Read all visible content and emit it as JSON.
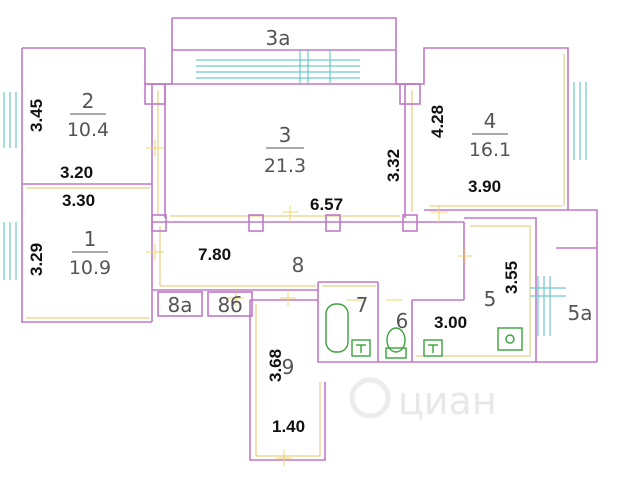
{
  "rooms": {
    "r2": {
      "num": "2",
      "area": "10.4"
    },
    "r3": {
      "num": "3",
      "area": "21.3"
    },
    "r4": {
      "num": "4",
      "area": "16.1"
    },
    "r1": {
      "num": "1",
      "area": "10.9"
    },
    "r8": {
      "label": "8"
    },
    "r7": {
      "label": "7"
    },
    "r6": {
      "label": "6"
    },
    "r5": {
      "label": "5"
    },
    "r9": {
      "label": "9"
    },
    "r3a": {
      "label": "3а"
    },
    "r5a": {
      "label": "5а"
    },
    "r8a": {
      "label": "8а"
    },
    "r8b": {
      "label": "8б"
    }
  },
  "dims": {
    "d345": "3.45",
    "d320": "3.20",
    "d330": "3.30",
    "d329": "3.29",
    "d332": "3.32",
    "d428": "4.28",
    "d390": "3.90",
    "d657": "6.57",
    "d780": "7.80",
    "d355": "3.55",
    "d300": "3.00",
    "d368": "3.68",
    "d140": "1.40"
  },
  "watermark": "циан"
}
